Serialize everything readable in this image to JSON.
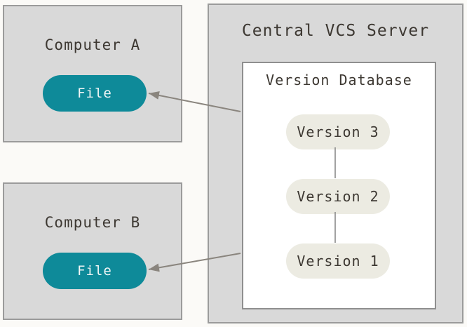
{
  "diagram": {
    "computer_a": {
      "title": "Computer A",
      "file_label": "File"
    },
    "computer_b": {
      "title": "Computer B",
      "file_label": "File"
    },
    "server": {
      "title": "Central VCS Server",
      "database": {
        "title": "Version Database",
        "versions": [
          "Version 3",
          "Version 2",
          "Version 1"
        ]
      }
    },
    "connections": [
      "version-database to computer-a file (arrow left)",
      "version-database to computer-b file (arrow left)",
      "version-3 to version-2 (line)",
      "version-2 to version-1 (line)"
    ]
  },
  "colors": {
    "canvas_bg": "#fbfaf7",
    "box_fill": "#d9d9d9",
    "box_border": "#9b9b9b",
    "inner_fill": "#ffffff",
    "teal": "#0e8a99",
    "teal_text": "#f2f6f6",
    "beige": "#ecebe2",
    "text": "#3d3832",
    "arrow": "#8a857e"
  }
}
